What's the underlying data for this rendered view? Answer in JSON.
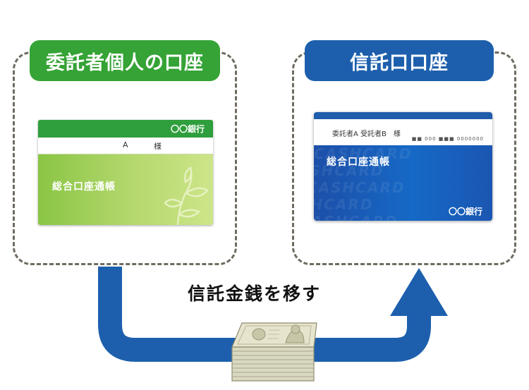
{
  "left_box": {
    "title": "委託者個人の口座",
    "card": {
      "bank": "〇〇銀行",
      "holder": "A",
      "honorific": "様",
      "label": "総合口座通帳"
    }
  },
  "right_box": {
    "title": "信託口口座",
    "card": {
      "holder": "委託者A 受託者B　様",
      "account": "■■ 000 ■■■ 0000000",
      "pattern": "CASHCARD",
      "label": "総合口座通帳",
      "bank": "〇〇銀行"
    }
  },
  "caption": "信託金銭を移す",
  "colors": {
    "green": "#35a335",
    "blue": "#1d5fad",
    "dash": "#6f6b60"
  },
  "icons": [
    "leaf-sprout-icon",
    "banknote-stack-icon",
    "flow-arrow-icon"
  ]
}
